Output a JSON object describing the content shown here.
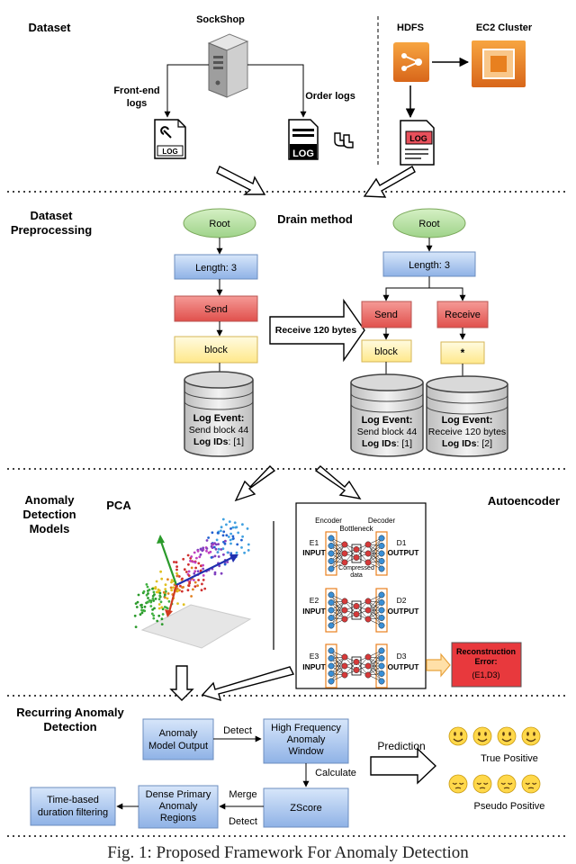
{
  "sections": {
    "dataset": "Dataset",
    "preprocessing_line1": "Dataset",
    "preprocessing_line2": "Preprocessing",
    "anomaly_line1": "Anomaly",
    "anomaly_line2": "Detection",
    "anomaly_line3": "Models",
    "recurring_line1": "Recurring Anomaly",
    "recurring_line2": "Detection"
  },
  "dataset": {
    "sockshop": "SockShop",
    "frontend_line1": "Front-end",
    "frontend_line2": "logs",
    "order_logs": "Order logs",
    "hdfs": "HDFS",
    "ec2": "EC2 Cluster",
    "log_tag": "LOG"
  },
  "drain": {
    "title": "Drain method",
    "root": "Root",
    "length": "Length: 3",
    "send": "Send",
    "receive": "Receive",
    "block": "block",
    "star": "*",
    "transfer_label": "Receive 120 bytes",
    "db1": {
      "event_label": "Log Event:",
      "event": "Send block 44",
      "ids_label": "Log IDs",
      "ids": ": [1]"
    },
    "db2": {
      "event_label": "Log Event:",
      "event": "Send block 44",
      "ids_label": "Log IDs",
      "ids": ": [1]"
    },
    "db3": {
      "event_label": "Log Event:",
      "event": "Receive 120 bytes",
      "ids_label": "Log IDs",
      "ids": ": [2]"
    }
  },
  "models": {
    "pca": "PCA",
    "autoencoder": "Autoencoder",
    "encoder": "Encoder",
    "decoder": "Decoder",
    "bottleneck": "Bottleneck",
    "compressed_line1": "Compressed",
    "compressed_line2": "data",
    "rows": [
      {
        "e": "E1",
        "d": "D1",
        "input": "INPUT",
        "output": "OUTPUT"
      },
      {
        "e": "E2",
        "d": "D2",
        "input": "INPUT",
        "output": "OUTPUT"
      },
      {
        "e": "E3",
        "d": "D3",
        "input": "INPUT",
        "output": "OUTPUT"
      }
    ],
    "recon_line1": "Reconstruction",
    "recon_line2": "Error:",
    "recon_line3": "(E1,D3)"
  },
  "recurring": {
    "anomaly_output_line1": "Anomaly",
    "anomaly_output_line2": "Model Output",
    "detect": "Detect",
    "hf_line1": "High Frequency",
    "hf_line2": "Anomaly",
    "hf_line3": "Window",
    "calculate": "Calculate",
    "zscore": "ZScore",
    "merge": "Merge",
    "detect2": "Detect",
    "dense_line1": "Dense Primary",
    "dense_line2": "Anomaly",
    "dense_line3": "Regions",
    "time_line1": "Time-based",
    "time_line2": "duration filtering",
    "prediction": "Prediction",
    "true_positive": "True Positive",
    "pseudo_positive": "Pseudo Positive"
  },
  "caption": "Fig. 1: Proposed Framework For Anomaly Detection",
  "colors": {
    "green_node": "#b9e0a5",
    "blue_node": "#a9c4eb",
    "red_node": "#ea6b66",
    "yellow_node": "#fff2a8",
    "orange": "#e8801f",
    "node_blue": "#3a8fd6",
    "node_red": "#d63a3a",
    "recon_red": "#e8393d"
  }
}
